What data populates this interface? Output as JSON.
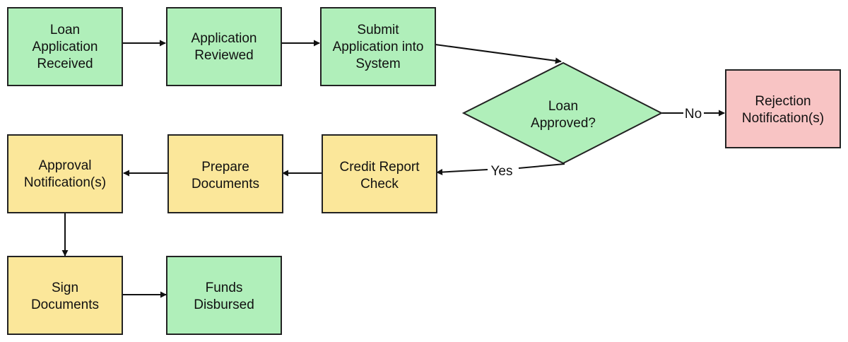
{
  "colors": {
    "green": "#b0efba",
    "yellow": "#fbe79a",
    "red": "#f8c4c4",
    "stroke": "#222222"
  },
  "nodes": {
    "loan_application_received": {
      "lines": [
        "Loan",
        "Application",
        "Received"
      ],
      "color": "green"
    },
    "application_reviewed": {
      "lines": [
        "Application",
        "Reviewed"
      ],
      "color": "green"
    },
    "submit_application": {
      "lines": [
        "Submit",
        "Application into",
        "System"
      ],
      "color": "green"
    },
    "loan_approved": {
      "lines": [
        "Loan",
        "Approved?"
      ],
      "color": "green",
      "shape": "diamond"
    },
    "rejection_notification": {
      "lines": [
        "Rejection",
        "Notification(s)"
      ],
      "color": "red"
    },
    "credit_report_check": {
      "lines": [
        "Credit Report",
        "Check"
      ],
      "color": "yellow"
    },
    "prepare_documents": {
      "lines": [
        "Prepare",
        "Documents"
      ],
      "color": "yellow"
    },
    "approval_notification": {
      "lines": [
        "Approval",
        "Notification(s)"
      ],
      "color": "yellow"
    },
    "sign_documents": {
      "lines": [
        "Sign",
        "Documents"
      ],
      "color": "yellow"
    },
    "funds_disbursed": {
      "lines": [
        "Funds",
        "Disbursed"
      ],
      "color": "green"
    }
  },
  "edges": [
    {
      "from": "loan_application_received",
      "to": "application_reviewed"
    },
    {
      "from": "application_reviewed",
      "to": "submit_application"
    },
    {
      "from": "submit_application",
      "to": "loan_approved"
    },
    {
      "from": "loan_approved",
      "to": "rejection_notification",
      "label": "No"
    },
    {
      "from": "loan_approved",
      "to": "credit_report_check",
      "label": "Yes"
    },
    {
      "from": "credit_report_check",
      "to": "prepare_documents"
    },
    {
      "from": "prepare_documents",
      "to": "approval_notification"
    },
    {
      "from": "approval_notification",
      "to": "sign_documents"
    },
    {
      "from": "sign_documents",
      "to": "funds_disbursed"
    }
  ]
}
